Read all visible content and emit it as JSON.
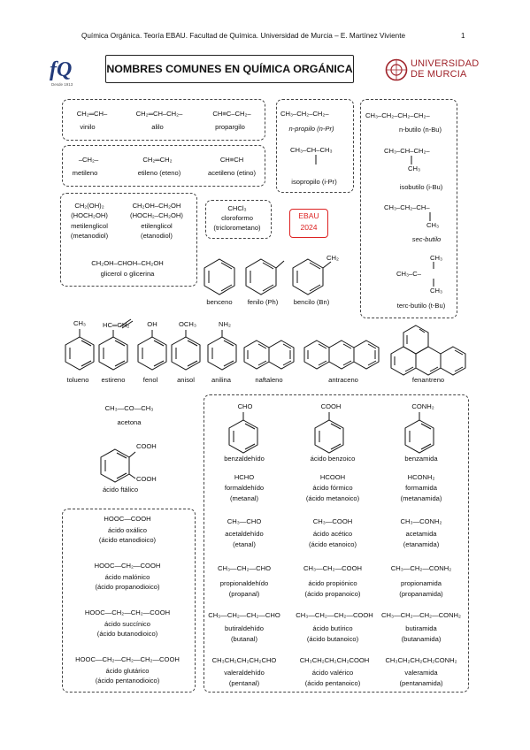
{
  "header": {
    "text": "Química Orgánica. Teoría EBAU.  Facultad de Química. Universidad de Murcia  –  E. Martínez Viviente",
    "page": "1"
  },
  "title": "NOMBRES COMUNES EN QUÍMICA ORGÁNICA",
  "logos": {
    "left": "fQ",
    "left_sub": "Desde 1913",
    "right_1": "UNIVERSIDAD",
    "right_2": "DE MURCIA"
  },
  "badge": {
    "line1": "EBAU",
    "line2": "2024"
  },
  "alkenyl": [
    {
      "formula": "CH₂═CH–",
      "name": "vinilo"
    },
    {
      "formula": "CH₂═CH–CH₂–",
      "name": "alilo"
    },
    {
      "formula": "CH≡C–CH₂–",
      "name": "propargilo"
    }
  ],
  "methylene": [
    {
      "formula": "–CH₂–",
      "name": "metileno"
    },
    {
      "formula": "CH₂═CH₂",
      "name": "etileno (eteno)"
    },
    {
      "formula": "CH≡CH",
      "name": "acetileno (etino)"
    }
  ],
  "glycols": [
    {
      "f1": "CH₂(OH)₂",
      "f2": "(HOCH₂OH)",
      "name1": "metilenglicol",
      "name2": "(metanodiol)"
    },
    {
      "f1": "CH₂OH–CH₂OH",
      "f2": "(HOCH₂–CH₂OH)",
      "name1": "etilenglicol",
      "name2": "(etanodiol)"
    },
    {
      "f1": "CH₂OH–CHOH–CH₂OH",
      "name1": "glicerol o glicerina"
    }
  ],
  "chloroform": {
    "formula": "CHCl₃",
    "name1": "cloroformo",
    "name2": "(triclorometano)"
  },
  "propyl": [
    {
      "formula": "CH₃–CH₂–CH₂–",
      "name": "n-propilo (n-Pr)"
    },
    {
      "formula": "CH₃–CH–CH₃",
      "name": "isopropilo (i-Pr)"
    }
  ],
  "butyl": [
    {
      "formula": "CH₃–CH₂–CH₂–CH₂–",
      "name": "n-butilo (n-Bu)"
    },
    {
      "formula": "CH₃–CH–CH₂–",
      "sub": "CH₃",
      "name": "isobutilo (i-Bu)"
    },
    {
      "formula": "CH₃–CH₂–CH–",
      "sub": "CH₃",
      "name": "sec-butilo"
    },
    {
      "formula": "CH₃–C–",
      "up": "CH₃",
      "sub": "CH₃",
      "name": "terc-butilo (t-Bu)"
    }
  ],
  "benzene_groups": [
    {
      "name": "benceno"
    },
    {
      "name": "fenilo (Ph)"
    },
    {
      "label": "CH₂",
      "name": "bencilo (Bn)"
    }
  ],
  "aromatics": [
    {
      "sub": "CH₃",
      "name": "tolueno"
    },
    {
      "sub": "HC═CH₂",
      "name": "estireno"
    },
    {
      "sub": "OH",
      "name": "fenol"
    },
    {
      "sub": "OCH₃",
      "name": "anisol"
    },
    {
      "sub": "NH₂",
      "name": "anilina"
    },
    {
      "name": "naftaleno"
    },
    {
      "name": "antraceno"
    },
    {
      "name": "fenantreno"
    }
  ],
  "acetone": {
    "formula": "CH₃—CO—CH₃",
    "name": "acetona"
  },
  "phthalic": {
    "g1": "COOH",
    "g2": "COOH",
    "name": "ácido ftálico"
  },
  "diacids": [
    {
      "formula": "HOOC—COOH",
      "name1": "ácido oxálico",
      "name2": "(ácido etanodioico)"
    },
    {
      "formula": "HOOC—CH₂—COOH",
      "name1": "ácido malónico",
      "name2": "(ácido propanodioico)"
    },
    {
      "formula": "HOOC—CH₂—CH₂—COOH",
      "name1": "ácido succínico",
      "name2": "(ácido butanodioico)"
    },
    {
      "formula": "HOOC—CH₂—CH₂—CH₂—COOH",
      "name1": "ácido glutárico",
      "name2": "(ácido pentanodioico)"
    }
  ],
  "carbonyl_table": {
    "aromatic": [
      {
        "sub": "CHO",
        "name": "benzaldehído"
      },
      {
        "sub": "COOH",
        "name": "ácido benzoico"
      },
      {
        "sub": "CONH₂",
        "name": "benzamida"
      }
    ],
    "rows": [
      [
        {
          "formula": "HCHO",
          "name1": "formaldehído",
          "name2": "(metanal)"
        },
        {
          "formula": "HCOOH",
          "name1": "ácido fórmico",
          "name2": "(ácido metanoico)"
        },
        {
          "formula": "HCONH₂",
          "name1": "formamida",
          "name2": "(metanamida)"
        }
      ],
      [
        {
          "formula": "CH₃—CHO",
          "name1": "acetaldehído",
          "name2": "(etanal)"
        },
        {
          "formula": "CH₃—COOH",
          "name1": "ácido acético",
          "name2": "(ácido etanoico)"
        },
        {
          "formula": "CH₃—CONH₂",
          "name1": "acetamida",
          "name2": "(etanamida)"
        }
      ],
      [
        {
          "formula": "CH₃—CH₂—CHO",
          "name1": "propionaldehído",
          "name2": "(propanal)"
        },
        {
          "formula": "CH₃—CH₂—COOH",
          "name1": "ácido propiónico",
          "name2": "(ácido propanoico)"
        },
        {
          "formula": "CH₃—CH₂—CONH₂",
          "name1": "propionamida",
          "name2": "(propanamida)"
        }
      ],
      [
        {
          "formula": "CH₃—CH₂—CH₂—CHO",
          "name1": "butiraldehído",
          "name2": "(butanal)"
        },
        {
          "formula": "CH₃—CH₂—CH₂—COOH",
          "name1": "ácido butírico",
          "name2": "(ácido butanoico)"
        },
        {
          "formula": "CH₃—CH₂—CH₂—CONH₂",
          "name1": "butiramida",
          "name2": "(butanamida)"
        }
      ],
      [
        {
          "formula": "CH₃CH₂CH₂CH₂CHO",
          "name1": "valeraldehído",
          "name2": "(pentanal)"
        },
        {
          "formula": "CH₃CH₂CH₂CH₂COOH",
          "name1": "ácido valérico",
          "name2": "(ácido pentanoico)"
        },
        {
          "formula": "CH₃CH₂CH₂CH₂CONH₂",
          "name1": "valeramida",
          "name2": "(pentanamida)"
        }
      ]
    ]
  }
}
